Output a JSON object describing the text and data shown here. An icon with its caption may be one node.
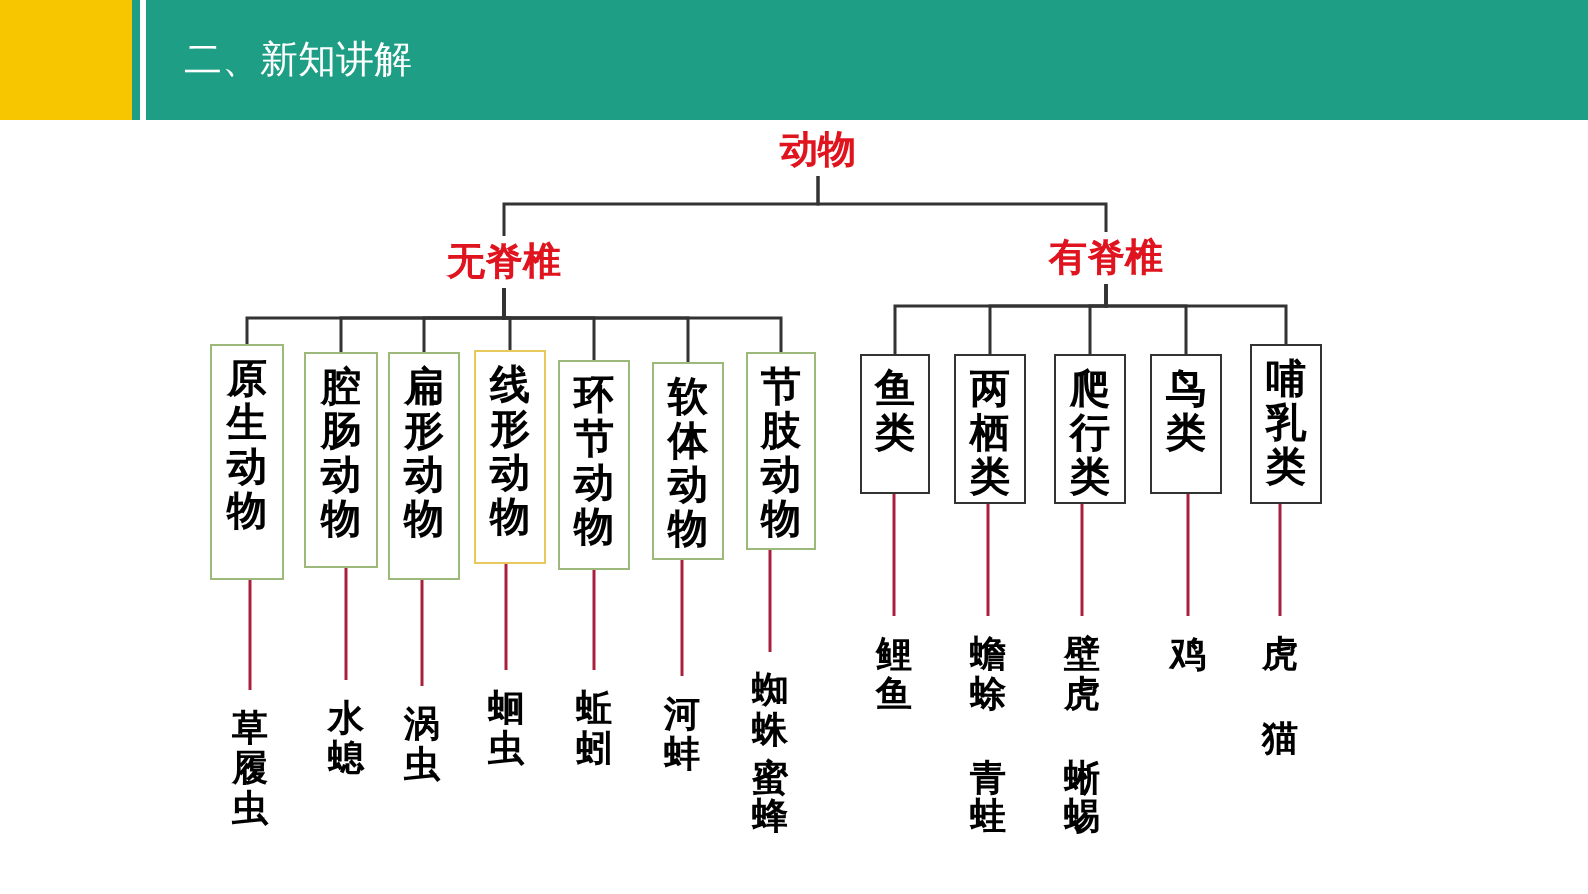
{
  "diagram": {
    "title": "二、新知讲解",
    "nodes": [
      {
        "text": [
          "动物"
        ]
      },
      {
        "text": [
          "无脊椎"
        ]
      },
      {
        "text": [
          "有脊椎"
        ]
      },
      {
        "text": [
          "原生动物"
        ]
      },
      {
        "text": [
          "腔肠动物"
        ]
      },
      {
        "text": [
          "扁形动物"
        ]
      },
      {
        "text": [
          "线形动物"
        ]
      },
      {
        "text": [
          "环节动物"
        ]
      },
      {
        "text": [
          "软体动物"
        ]
      },
      {
        "text": [
          "节肢动物"
        ]
      },
      {
        "text": [
          "鱼类"
        ]
      },
      {
        "text": [
          "两栖类"
        ]
      },
      {
        "text": [
          "爬行类"
        ]
      },
      {
        "text": [
          "鸟类"
        ]
      },
      {
        "text": [
          "哺乳类"
        ]
      },
      {
        "text": [
          "草履虫"
        ]
      },
      {
        "text": [
          "水螅"
        ]
      },
      {
        "text": [
          "涡虫"
        ]
      },
      {
        "text": [
          "蛔虫"
        ]
      },
      {
        "text": [
          "蚯蚓"
        ]
      },
      {
        "text": [
          "河蚌"
        ]
      },
      {
        "text": [
          "蜘蛛",
          "蜜蜂"
        ]
      },
      {
        "text": [
          "鲤鱼"
        ]
      },
      {
        "text": [
          "蟾蜍",
          "青蛙"
        ]
      },
      {
        "text": [
          "壁虎",
          "蜥蜴"
        ]
      },
      {
        "text": [
          "鸡"
        ]
      },
      {
        "text": [
          "虎",
          "猫"
        ]
      }
    ],
    "edges": [
      {
        "from": 0,
        "to": 1,
        "arrow": "none"
      },
      {
        "from": 0,
        "to": 2,
        "arrow": "none"
      },
      {
        "from": 1,
        "to": 3,
        "arrow": "none"
      },
      {
        "from": 1,
        "to": 4,
        "arrow": "none"
      },
      {
        "from": 1,
        "to": 5,
        "arrow": "none"
      },
      {
        "from": 1,
        "to": 6,
        "arrow": "none"
      },
      {
        "from": 1,
        "to": 7,
        "arrow": "none"
      },
      {
        "from": 1,
        "to": 8,
        "arrow": "none"
      },
      {
        "from": 1,
        "to": 9,
        "arrow": "none"
      },
      {
        "from": 2,
        "to": 10,
        "arrow": "none"
      },
      {
        "from": 2,
        "to": 11,
        "arrow": "none"
      },
      {
        "from": 2,
        "to": 12,
        "arrow": "none"
      },
      {
        "from": 2,
        "to": 13,
        "arrow": "none"
      },
      {
        "from": 2,
        "to": 14,
        "arrow": "none"
      },
      {
        "from": 3,
        "to": 15,
        "arrow": "none",
        "color": "#a8203c"
      },
      {
        "from": 4,
        "to": 16,
        "arrow": "none",
        "color": "#a8203c"
      },
      {
        "from": 5,
        "to": 17,
        "arrow": "none",
        "color": "#a8203c"
      },
      {
        "from": 6,
        "to": 18,
        "arrow": "none",
        "color": "#a8203c"
      },
      {
        "from": 7,
        "to": 19,
        "arrow": "none",
        "color": "#a8203c"
      },
      {
        "from": 8,
        "to": 20,
        "arrow": "none",
        "color": "#a8203c"
      },
      {
        "from": 9,
        "to": 21,
        "arrow": "none",
        "color": "#a8203c"
      },
      {
        "from": 10,
        "to": 22,
        "arrow": "none",
        "color": "#a8203c"
      },
      {
        "from": 11,
        "to": 23,
        "arrow": "none",
        "color": "#a8203c"
      },
      {
        "from": 12,
        "to": 24,
        "arrow": "none",
        "color": "#a8203c"
      },
      {
        "from": 13,
        "to": 25,
        "arrow": "none",
        "color": "#a8203c"
      },
      {
        "from": 14,
        "to": 26,
        "arrow": "none",
        "color": "#a8203c"
      }
    ]
  }
}
